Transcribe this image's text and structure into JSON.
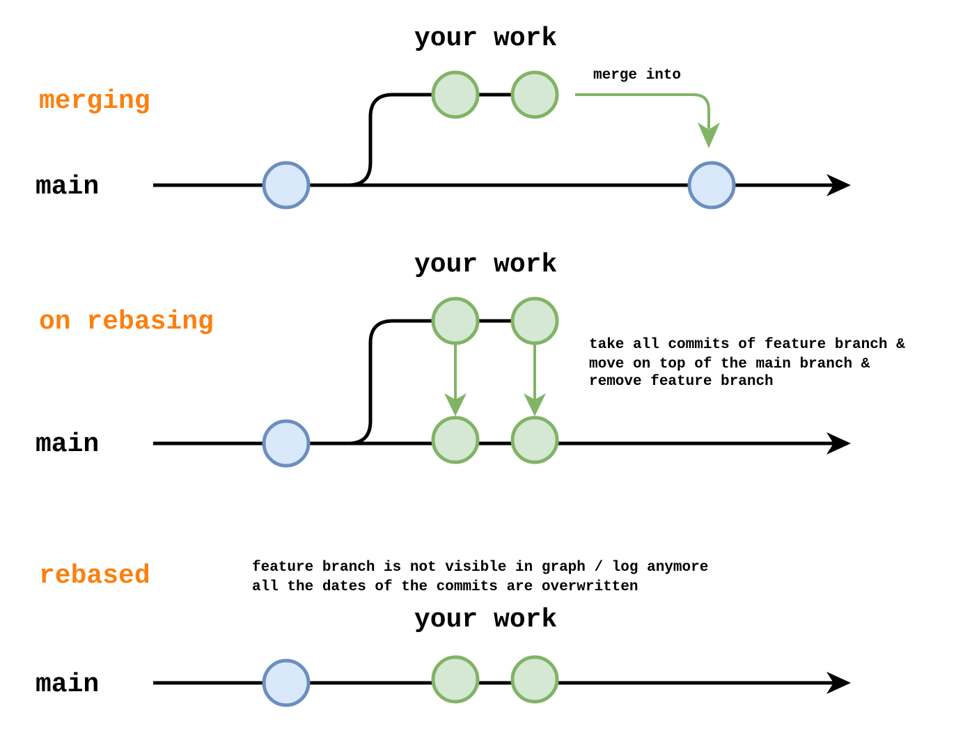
{
  "colors": {
    "accent": "#fb8010",
    "line": "#000000",
    "main_commit_fill": "#dae8fc",
    "main_commit_stroke": "#6c8ebf",
    "feature_commit_fill": "#d5e8d4",
    "feature_commit_stroke": "#82b366",
    "text": "#000000"
  },
  "sections": {
    "merging": {
      "title": "merging",
      "branch": "main",
      "work_label": "your work",
      "note": "merge into"
    },
    "rebasing": {
      "title": "on rebasing",
      "branch": "main",
      "work_label": "your work",
      "note_lines": [
        "take all commits of feature branch &",
        "move on top of the main branch &",
        "remove feature branch"
      ]
    },
    "rebased": {
      "title": "rebased",
      "branch": "main",
      "work_label": "your work",
      "note_lines": [
        "feature branch is not visible in graph / log anymore",
        "all the dates of the commits are overwritten"
      ]
    }
  }
}
